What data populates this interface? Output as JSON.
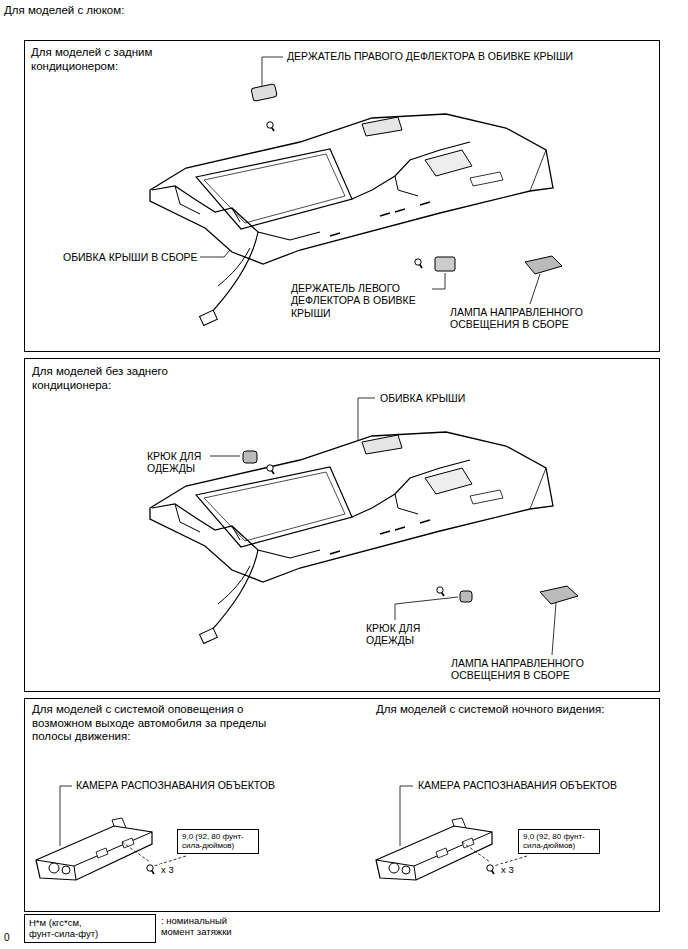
{
  "diagram": {
    "title": "Для моделей с люком:",
    "nodes": [
      {
        "text": [
          "Для моделей с задним кондиционером:"
        ]
      },
      {
        "text": [
          "Для моделей без заднего кондиционера:"
        ]
      },
      {
        "text": [
          "Для моделей с системой оповещения о возможном выходе автомобиля за пределы полосы движения:",
          "Для моделей с системой ночного видения:"
        ]
      },
      {
        "text": [
          "9,0 (92, 80 фунт-сила-дюймов)"
        ],
        "in": 2
      },
      {
        "text": [
          "9,0 (92, 80 фунт-сила-дюймов)"
        ],
        "in": 2
      },
      {
        "text": [
          "Н*м (кгс*см, фунт-сила-фут)"
        ]
      }
    ],
    "labels": [
      "ДЕРЖАТЕЛЬ ПРАВОГО ДЕФЛЕКТОРА В ОБИВКЕ КРЫШИ",
      "ОБИВКА КРЫШИ В СБОРЕ",
      "ДЕРЖАТЕЛЬ ЛЕВОГО ДЕФЛЕКТОРА В ОБИВКЕ КРЫШИ",
      "ЛАМПА НАПРАВЛЕННОГО ОСВЕЩЕНИЯ В СБОРЕ",
      "ОБИВКА КРЫШИ",
      "КРЮК ДЛЯ ОДЕЖДЫ",
      "КРЮК ДЛЯ ОДЕЖДЫ",
      "ЛАМПА НАПРАВЛЕННОГО ОСВЕЩЕНИЯ В СБОРЕ",
      "КАМЕРА РАСПОЗНАВАНИЯ ОБЪЕКТОВ",
      "x 3",
      "КАМЕРА РАСПОЗНАВАНИЯ ОБЪЕКТОВ",
      "x 3",
      ": номинальный момент затяжки",
      "0"
    ]
  }
}
